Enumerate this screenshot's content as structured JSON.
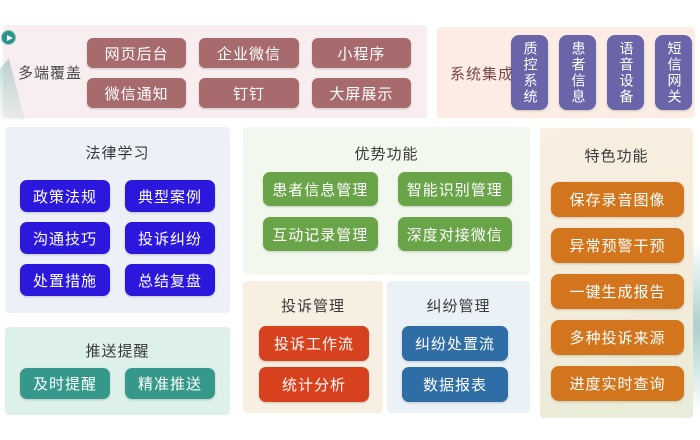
{
  "panels": {
    "multi_end": {
      "label": "多端覆盖",
      "buttons": [
        "网页后台",
        "企业微信",
        "小程序",
        "微信通知",
        "钉钉",
        "大屏展示"
      ]
    },
    "integration": {
      "label": "系统集成",
      "buttons": [
        "质控系统",
        "患者信息",
        "语音设备",
        "短信网关"
      ]
    },
    "law": {
      "title": "法律学习",
      "buttons": [
        "政策法规",
        "典型案例",
        "沟通技巧",
        "投诉纠纷",
        "处置措施",
        "总结复盘"
      ]
    },
    "push": {
      "title": "推送提醒",
      "buttons": [
        "及时提醒",
        "精准推送"
      ]
    },
    "advantage": {
      "title": "优势功能",
      "buttons": [
        "患者信息管理",
        "智能识别管理",
        "互动记录管理",
        "深度对接微信"
      ]
    },
    "complaint": {
      "title": "投诉管理",
      "buttons": [
        "投诉工作流",
        "统计分析"
      ]
    },
    "dispute": {
      "title": "纠纷管理",
      "buttons": [
        "纠纷处置流",
        "数据报表"
      ]
    },
    "feature": {
      "title": "特色功能",
      "buttons": [
        "保存录音图像",
        "异常预警干预",
        "一键生成报告",
        "多种投诉来源",
        "进度实时查询"
      ]
    }
  },
  "colors": {
    "mauve": "#a76b6e",
    "purple": "#6a64a8",
    "indigo": "#2c17dd",
    "teal": "#35988a",
    "green": "#69a449",
    "orange": "#d2751d",
    "red": "#d7411d",
    "steel_blue": "#2f6da6",
    "play_circle": "#2b948a"
  }
}
